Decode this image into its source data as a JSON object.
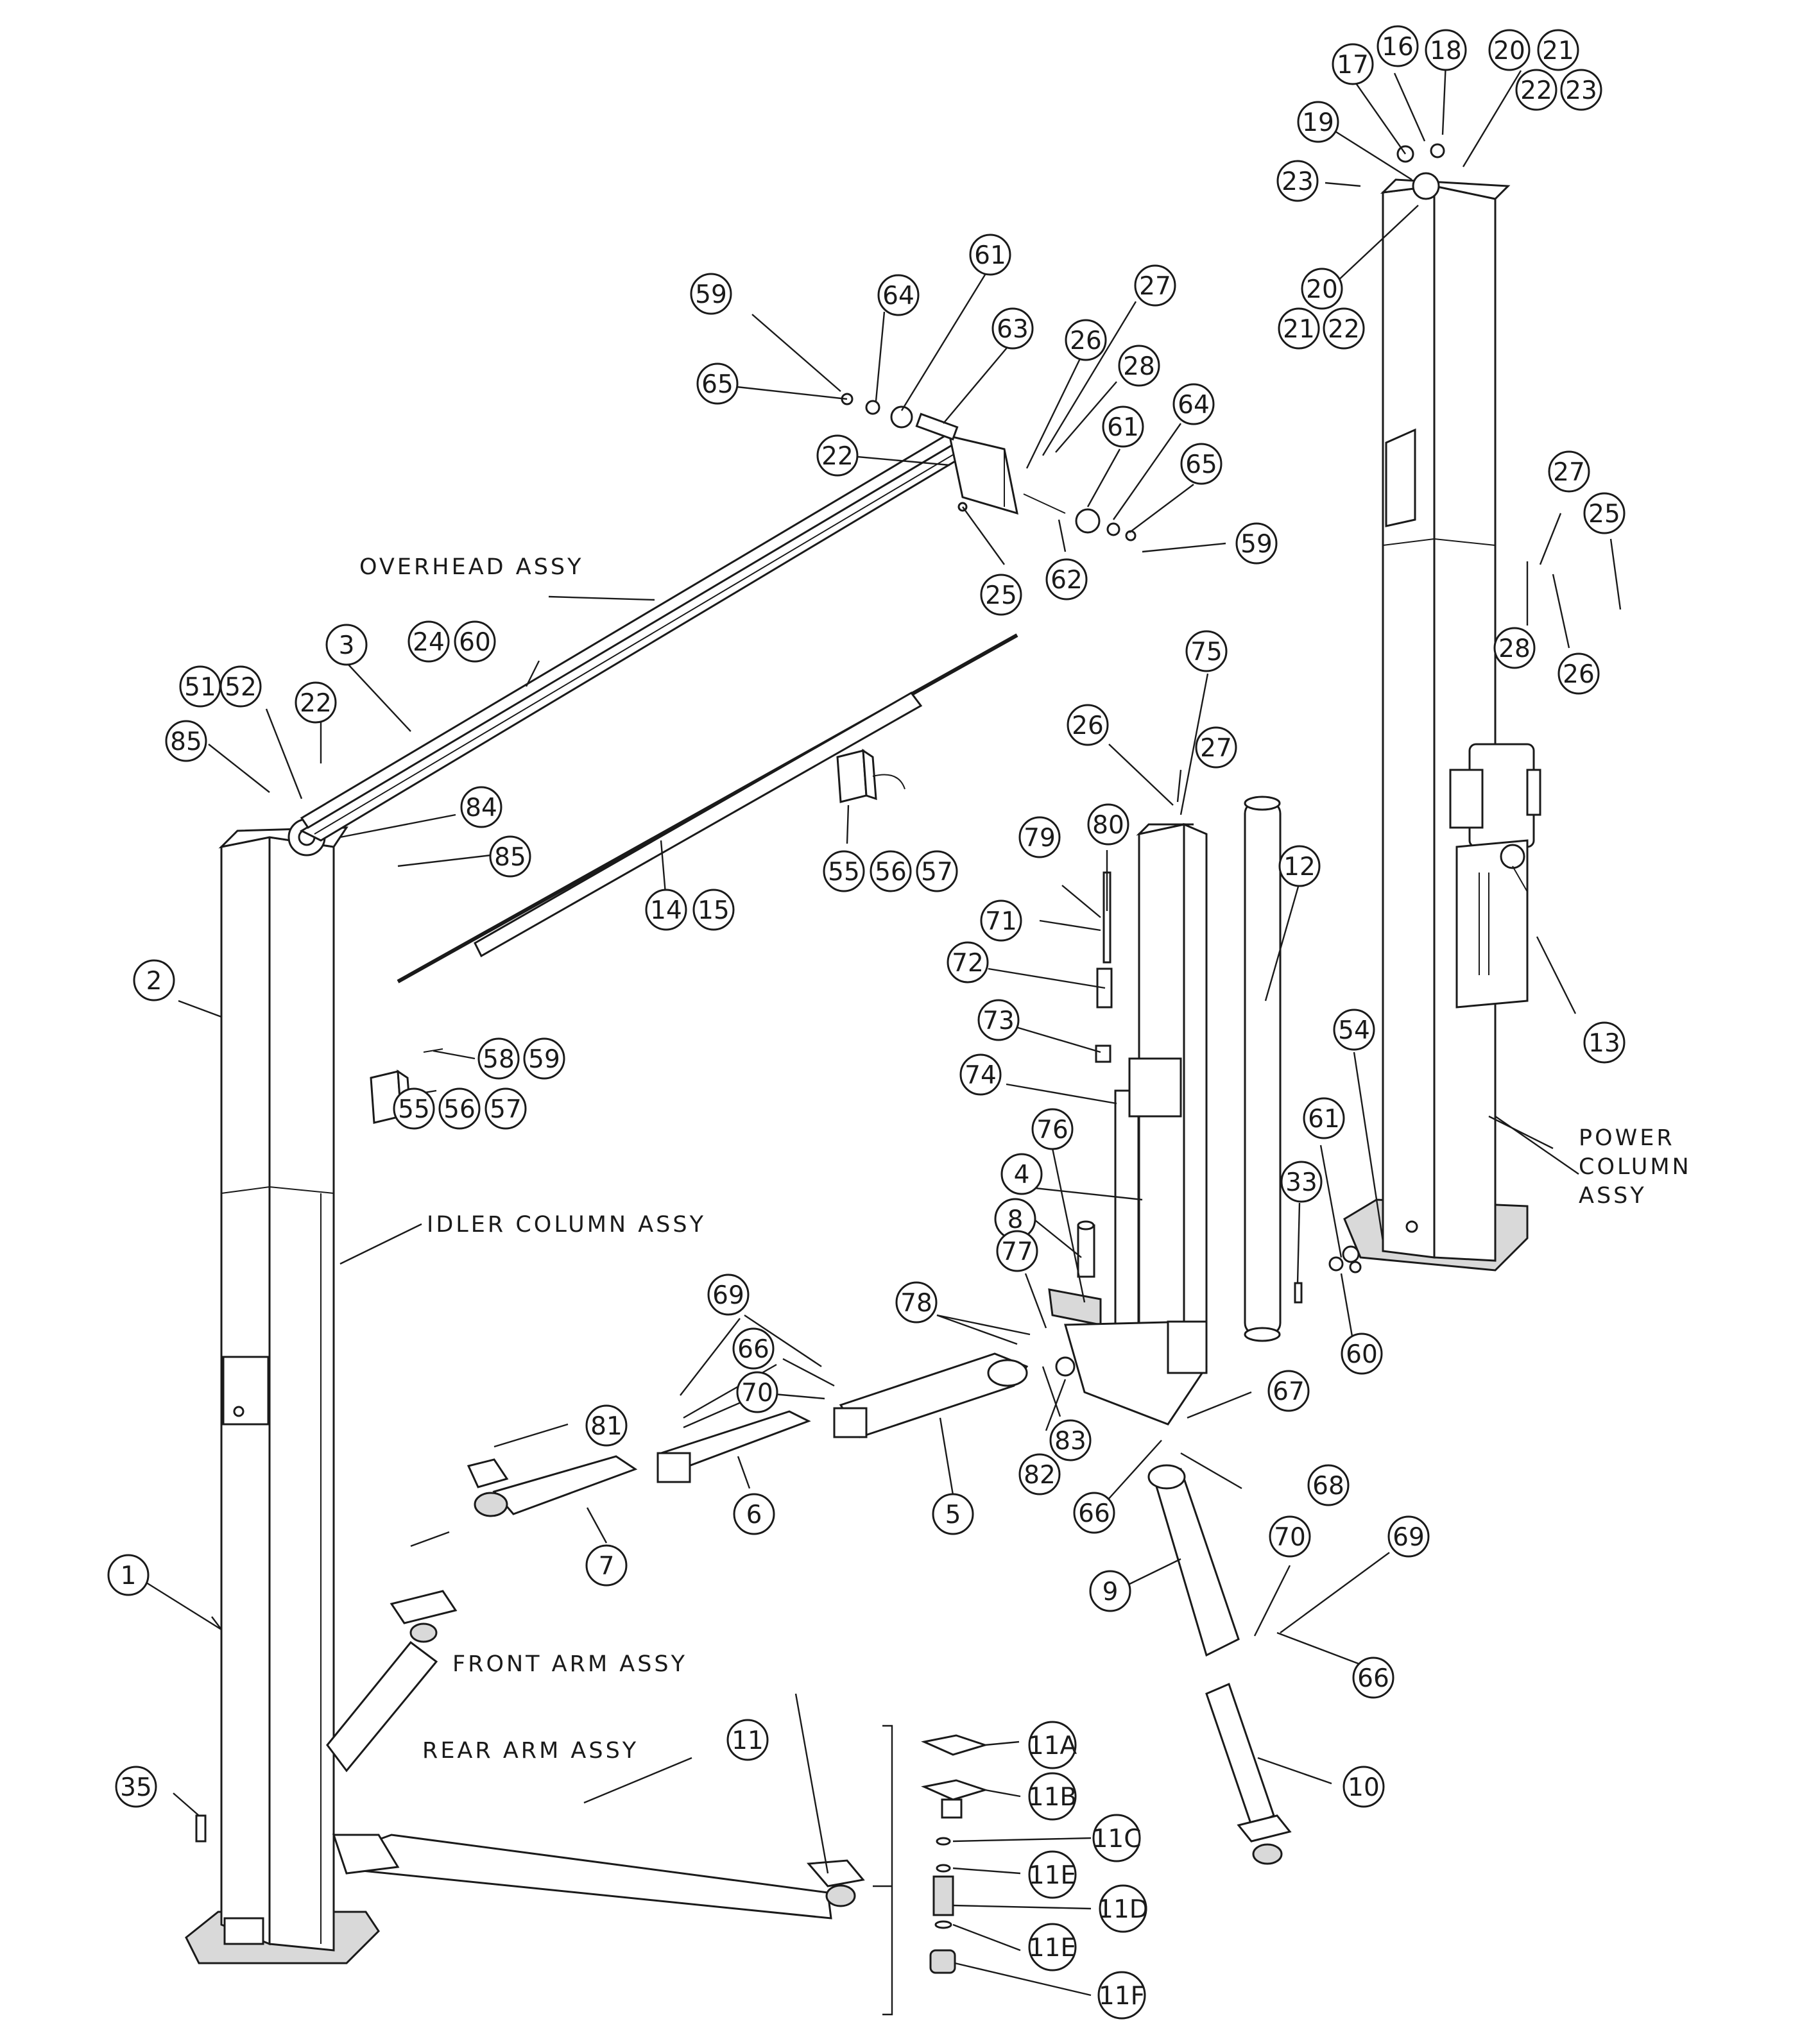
{
  "assemblies": {
    "overhead": "OVERHEAD ASSY",
    "idler_column": "IDLER COLUMN ASSY",
    "power_column": [
      "POWER",
      "COLUMN",
      "ASSY"
    ],
    "front_arm": "FRONT ARM ASSY",
    "rear_arm": "REAR ARM ASSY"
  },
  "callouts": [
    "16",
    "17",
    "18",
    "20",
    "21",
    "22",
    "23",
    "19",
    "23",
    "20",
    "21",
    "22",
    "59",
    "64",
    "61",
    "63",
    "65",
    "22",
    "26",
    "27",
    "28",
    "61",
    "64",
    "65",
    "59",
    "25",
    "62",
    "3",
    "24",
    "60",
    "51",
    "52",
    "22",
    "85",
    "84",
    "85",
    "2",
    "14",
    "15",
    "55",
    "56",
    "57",
    "58",
    "59",
    "55",
    "56",
    "57",
    "27",
    "25",
    "28",
    "26",
    "75",
    "26",
    "27",
    "80",
    "79",
    "71",
    "72",
    "73",
    "74",
    "12",
    "13",
    "76",
    "4",
    "8",
    "54",
    "61",
    "33",
    "60",
    "77",
    "78",
    "69",
    "66",
    "70",
    "81",
    "83",
    "82",
    "67",
    "68",
    "66",
    "6",
    "5",
    "7",
    "9",
    "70",
    "69",
    "66",
    "1",
    "35",
    "11",
    "11A",
    "11B",
    "11C",
    "11E",
    "11D",
    "11E",
    "11F",
    "10"
  ]
}
